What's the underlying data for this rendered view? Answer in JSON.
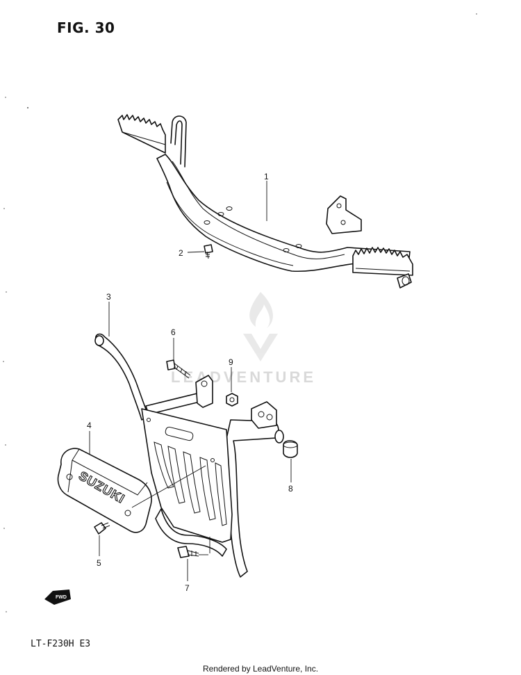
{
  "figure": {
    "title": "FIG. 30",
    "model_code": "LT-F230H  E3",
    "footer": "Rendered by LeadVenture, Inc.",
    "watermark_text": "LEADVENTURE"
  },
  "callouts": [
    {
      "id": "part-1",
      "label": "1"
    },
    {
      "id": "part-2",
      "label": "2"
    },
    {
      "id": "part-3",
      "label": "3"
    },
    {
      "id": "part-4",
      "label": "4"
    },
    {
      "id": "part-5",
      "label": "5"
    },
    {
      "id": "part-6",
      "label": "6"
    },
    {
      "id": "part-7",
      "label": "7"
    },
    {
      "id": "part-8",
      "label": "8"
    },
    {
      "id": "part-9",
      "label": "9"
    }
  ],
  "guard_brand": "SUZUKI",
  "fwd_arrow_label": "FWD",
  "colors": {
    "ink": "#111111",
    "paper": "#ffffff",
    "watermark": "#d9d9d9"
  }
}
